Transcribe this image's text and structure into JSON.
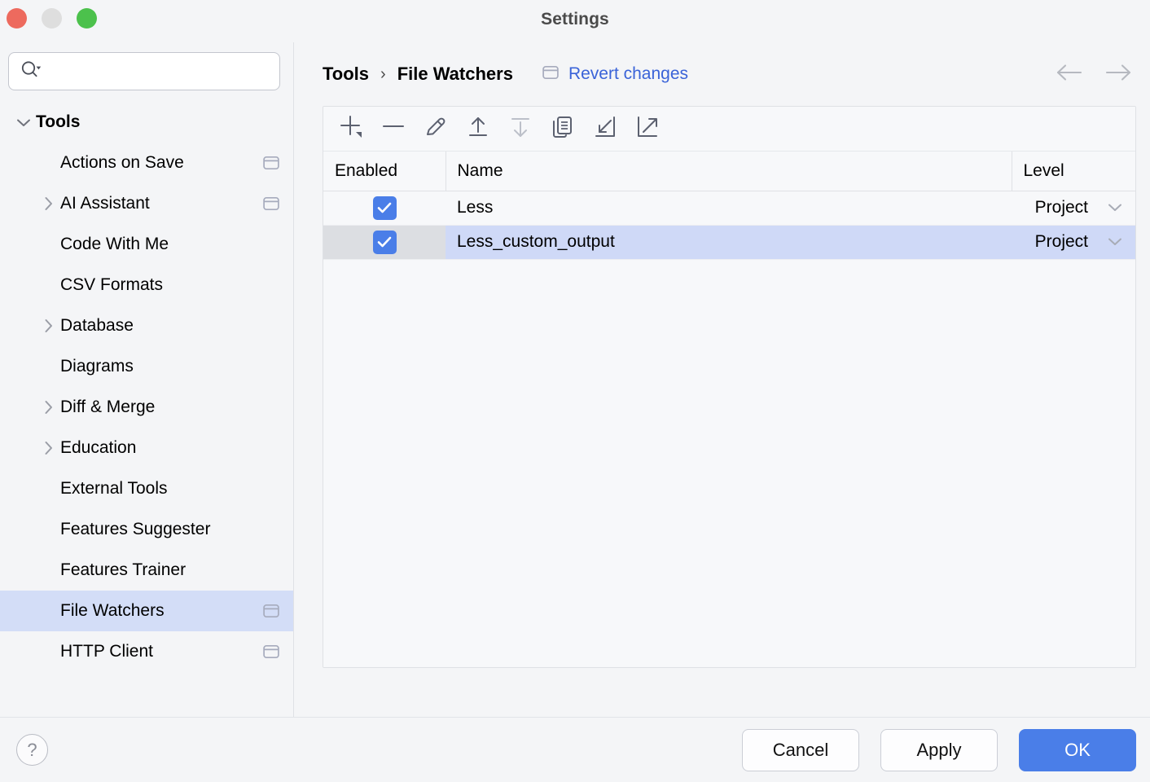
{
  "window": {
    "title": "Settings",
    "traffic_lights": [
      "close-red",
      "minimize-yellow",
      "zoom-green"
    ]
  },
  "sidebar": {
    "search": {
      "value": "",
      "placeholder": ""
    },
    "items": [
      {
        "label": "Tools",
        "level": "group",
        "expanded": true,
        "has_twisty": true,
        "has_badge": false,
        "selected": false
      },
      {
        "label": "Actions on Save",
        "level": "child",
        "expanded": false,
        "has_twisty": false,
        "has_badge": true,
        "selected": false
      },
      {
        "label": "AI Assistant",
        "level": "child",
        "expanded": false,
        "has_twisty": true,
        "has_badge": true,
        "selected": false
      },
      {
        "label": "Code With Me",
        "level": "child",
        "expanded": false,
        "has_twisty": false,
        "has_badge": false,
        "selected": false
      },
      {
        "label": "CSV Formats",
        "level": "child",
        "expanded": false,
        "has_twisty": false,
        "has_badge": false,
        "selected": false
      },
      {
        "label": "Database",
        "level": "child",
        "expanded": false,
        "has_twisty": true,
        "has_badge": false,
        "selected": false
      },
      {
        "label": "Diagrams",
        "level": "child",
        "expanded": false,
        "has_twisty": false,
        "has_badge": false,
        "selected": false
      },
      {
        "label": "Diff & Merge",
        "level": "child",
        "expanded": false,
        "has_twisty": true,
        "has_badge": false,
        "selected": false
      },
      {
        "label": "Education",
        "level": "child",
        "expanded": false,
        "has_twisty": true,
        "has_badge": false,
        "selected": false
      },
      {
        "label": "External Tools",
        "level": "child",
        "expanded": false,
        "has_twisty": false,
        "has_badge": false,
        "selected": false
      },
      {
        "label": "Features Suggester",
        "level": "child",
        "expanded": false,
        "has_twisty": false,
        "has_badge": false,
        "selected": false
      },
      {
        "label": "Features Trainer",
        "level": "child",
        "expanded": false,
        "has_twisty": false,
        "has_badge": false,
        "selected": false
      },
      {
        "label": "File Watchers",
        "level": "child",
        "expanded": false,
        "has_twisty": false,
        "has_badge": true,
        "selected": true
      },
      {
        "label": "HTTP Client",
        "level": "child",
        "expanded": false,
        "has_twisty": false,
        "has_badge": true,
        "selected": false
      }
    ]
  },
  "content": {
    "breadcrumb": {
      "root": "Tools",
      "separator": "›",
      "current": "File Watchers"
    },
    "revert_changes_label": "Revert changes",
    "nav": {
      "back": "back-arrow-icon",
      "forward": "forward-arrow-icon"
    },
    "toolbar_buttons": [
      {
        "name": "add-button",
        "icon": "plus-icon",
        "enabled": true
      },
      {
        "name": "remove-button",
        "icon": "minus-icon",
        "enabled": true
      },
      {
        "name": "edit-button",
        "icon": "pencil-icon",
        "enabled": true
      },
      {
        "name": "move-up-button",
        "icon": "arrow-up-icon",
        "enabled": true
      },
      {
        "name": "move-down-button",
        "icon": "arrow-down-icon",
        "enabled": false
      },
      {
        "name": "duplicate-button",
        "icon": "copy-icon",
        "enabled": true
      },
      {
        "name": "import-button",
        "icon": "import-arrow-icon",
        "enabled": true
      },
      {
        "name": "export-button",
        "icon": "export-arrow-icon",
        "enabled": true
      }
    ],
    "table": {
      "columns": [
        "Enabled",
        "Name",
        "Level"
      ],
      "rows": [
        {
          "enabled": true,
          "name": "Less",
          "level": "Project",
          "selected": false
        },
        {
          "enabled": true,
          "name": "Less_custom_output",
          "level": "Project",
          "selected": true
        }
      ]
    }
  },
  "footer": {
    "help_label": "?",
    "cancel_label": "Cancel",
    "apply_label": "Apply",
    "ok_label": "OK"
  },
  "colors": {
    "accent_blue": "#4A7EE8",
    "link_blue": "#3A63D8",
    "selection_lavender": "#CFD9F7",
    "sidebar_selection": "#D3DDF7",
    "window_bg": "#F4F5F7",
    "panel_bg": "#F7F8FA",
    "border": "#DFE1E5",
    "badge_gray": "#A6ABBD",
    "traffic_red": "#ED6A5E",
    "traffic_yellow": "#DEDEDE",
    "traffic_green": "#4CC14C"
  }
}
